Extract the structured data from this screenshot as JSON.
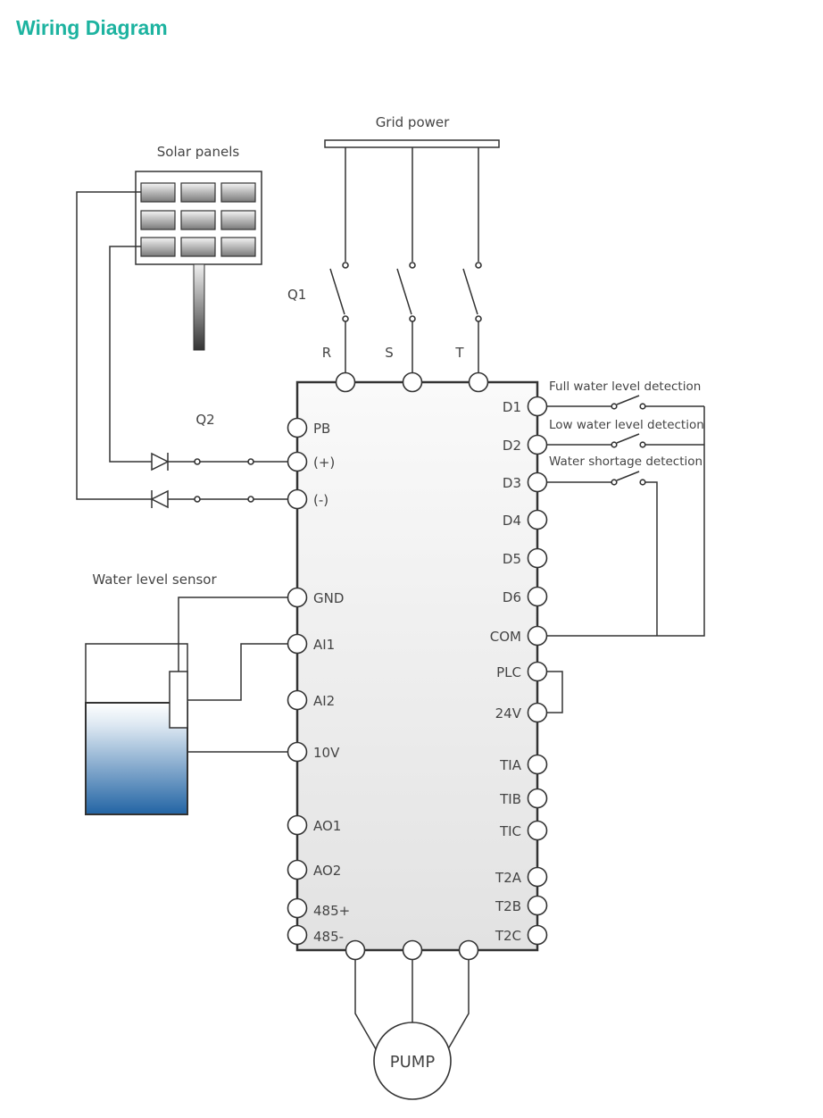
{
  "title": "Wiring Diagram",
  "labels": {
    "grid_power": "Grid power",
    "solar_panels": "Solar panels",
    "q1": "Q1",
    "q2": "Q2",
    "water_level_sensor": "Water level sensor",
    "pump": "PUMP",
    "full_detection": "Full water level detection",
    "low_detection": "Low water level detection",
    "shortage_detection": "Water shortage detection"
  },
  "top_terminals": [
    "R",
    "S",
    "T"
  ],
  "left_terminals": [
    "PB",
    "(+)",
    "(-)",
    "GND",
    "AI1",
    "AI2",
    "10V",
    "AO1",
    "AO2",
    "485+",
    "485-"
  ],
  "right_terminals": [
    "D1",
    "D2",
    "D3",
    "D4",
    "D5",
    "D6",
    "COM",
    "PLC",
    "24V",
    "TIA",
    "TIB",
    "TIC",
    "T2A",
    "T2B",
    "T2C"
  ],
  "colors": {
    "title": "#1db3a0",
    "water": "#2a6faa",
    "line": "#333333"
  }
}
